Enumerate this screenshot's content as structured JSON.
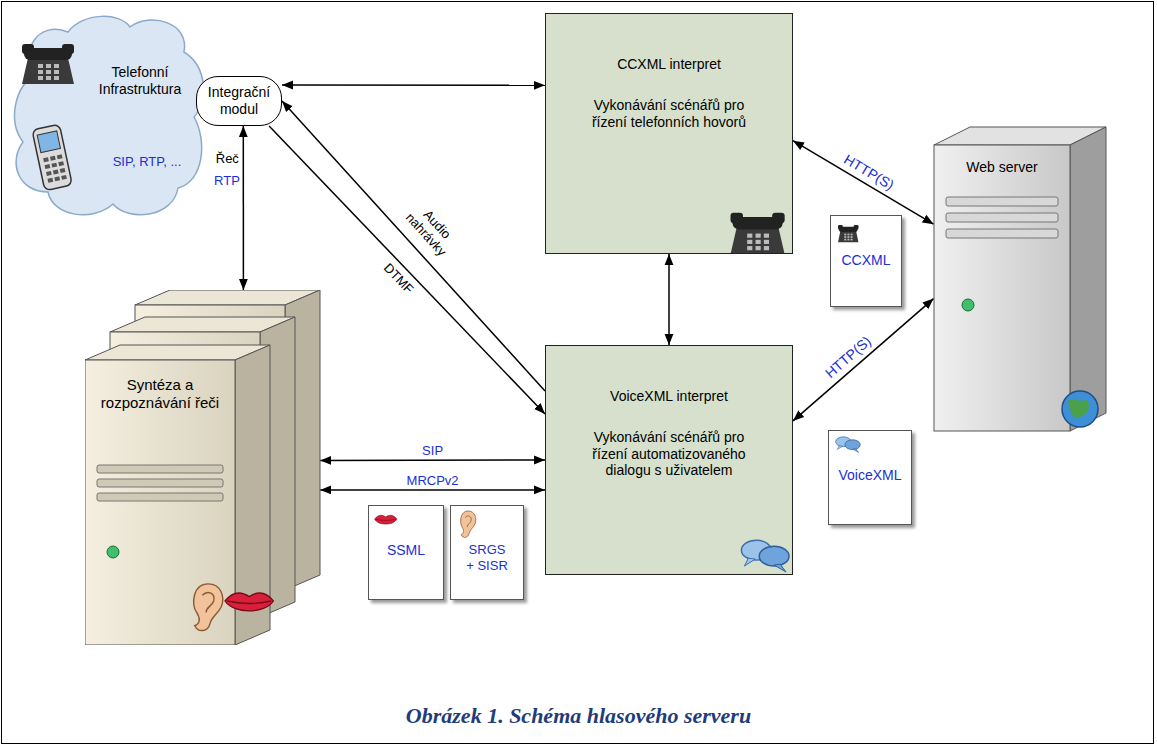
{
  "diagram": {
    "caption": "Obrázek 1. Schéma hlasového serveru",
    "nodes": [
      {
        "text": [
          "Telefonní Infrastruktura",
          "SIP, RTP, ..."
        ]
      },
      {
        "text": [
          "Integrační modul"
        ]
      },
      {
        "text": [
          "CCXML interpret",
          "Vykonávání scénářů pro řízení telefonních hovorů"
        ]
      },
      {
        "text": [
          "Web server"
        ]
      },
      {
        "text": [
          "Syntéza a rozpoznávání řeči"
        ]
      },
      {
        "text": [
          "VoiceXML interpret",
          "Vykonávání scénářů pro řízení automatizovaného dialogu s uživatelem"
        ]
      },
      {
        "text": [
          "CCXML"
        ]
      },
      {
        "text": [
          "VoiceXML"
        ]
      },
      {
        "text": [
          "SSML"
        ]
      },
      {
        "text": [
          "SRGS + SISR"
        ]
      }
    ],
    "edges": [
      {
        "from": 1,
        "to": 2,
        "arrow": "both"
      },
      {
        "from": 5,
        "to": 1,
        "label": "Audio nahrávky",
        "arrow": "to"
      },
      {
        "from": 1,
        "to": 5,
        "label": "DTMF",
        "arrow": "to"
      },
      {
        "from": 1,
        "to": 4,
        "label": "Řeč",
        "arrow": "both"
      },
      {
        "from": 2,
        "to": 5,
        "arrow": "both"
      },
      {
        "from": 2,
        "to": 3,
        "label": "HTTP(S)",
        "arrow": "both"
      },
      {
        "from": 5,
        "to": 3,
        "label": "HTTP(S)",
        "arrow": "both"
      },
      {
        "from": 4,
        "to": 5,
        "label": "SIP",
        "arrow": "both"
      },
      {
        "from": 4,
        "to": 5,
        "label": "MRCPv2",
        "arrow": "both"
      }
    ],
    "labels": [
      "RTP"
    ]
  }
}
